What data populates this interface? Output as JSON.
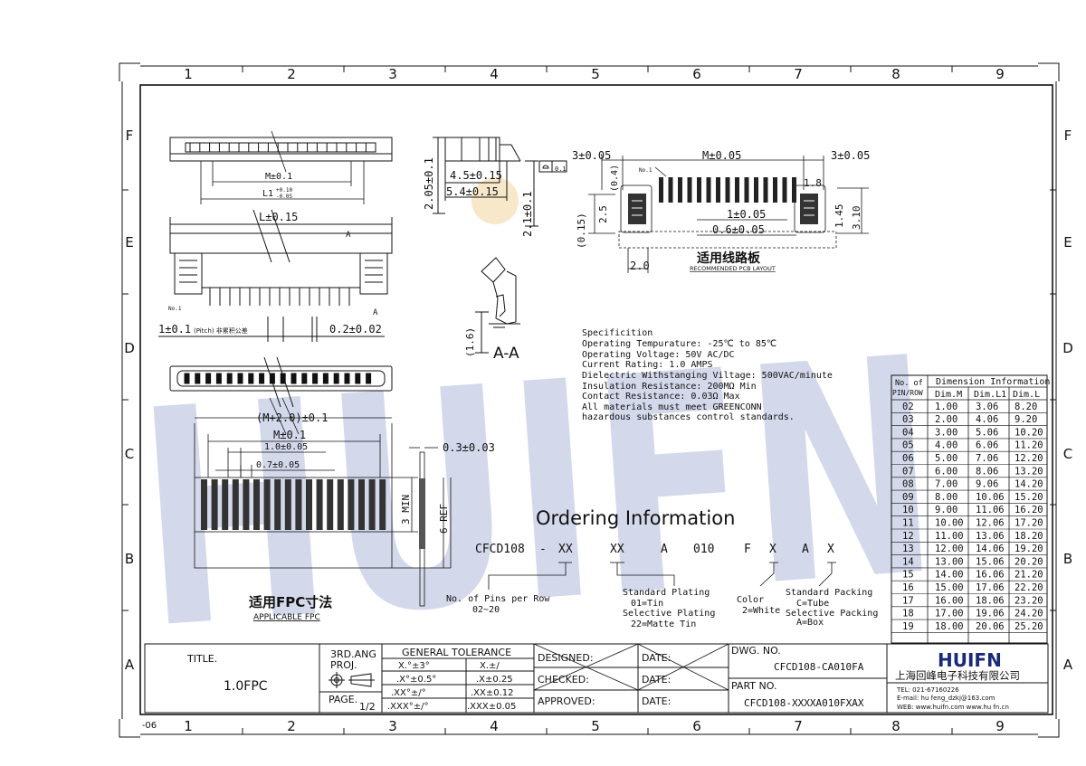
{
  "frame": {
    "columns": [
      "1",
      "2",
      "3",
      "4",
      "5",
      "6",
      "7",
      "8",
      "9"
    ],
    "rows": [
      "F",
      "E",
      "D",
      "C",
      "B",
      "A"
    ],
    "corner_code": "-06"
  },
  "watermark": {
    "text": "HUIFN",
    "color": "#7c89c4"
  },
  "top_view": {
    "dims": {
      "m": "M±0.1",
      "l1": "L1",
      "l1_tol_up": "+0.10",
      "l1_tol_dn": "-0.05",
      "l": "L±0.15",
      "mark_a": "A",
      "no1": "No.1",
      "pitch": "1±0.1",
      "pitch_note": "(Pitch) 非累积公差",
      "pin_w": "0.2±0.02"
    }
  },
  "side_view": {
    "dims": {
      "h205": "2.05±0.1",
      "w45": "4.5±0.15",
      "w54": "5.4±0.15",
      "h21": "2.1±0.1",
      "flatness": "0.1",
      "h16": "(1.6)",
      "section": "A-A"
    }
  },
  "pcb_layout": {
    "dims": {
      "left": "3±0.05",
      "m": "M±0.05",
      "right": "3±0.05",
      "no1": "No.1",
      "d04": "(0.4)",
      "d18": "1.8",
      "d25": "2.5",
      "d1": "1±0.05",
      "d145": "1.45",
      "d310": "3.10",
      "d015": "(0.15)",
      "d06": "0.6±0.05",
      "d20": "2.0"
    },
    "title_cn": "适用线路板",
    "title_en": "RECOMMENDED PCB LAYOUT"
  },
  "specification": {
    "lines": [
      "Specificition",
      "Operating Tempurature: -25℃ to 85℃",
      "Operating Voltage:  50V AC/DC",
      "Current Rating:  1.0 AMPS",
      "Dielectric Withstanging Viltage: 500VAC/minute",
      "Insulation Resistance:  200MΩ Min",
      "Contact Resistance:  0.03Ω Max",
      "All materials must meet GREENCONN",
      "hazardous substances control standards."
    ]
  },
  "fpc": {
    "dims": {
      "outer": "(M+2.0)±0.1",
      "m": "M±0.1",
      "pitch": "1.0±0.05",
      "w07": "0.7±0.05",
      "thick": "0.3±0.03",
      "min3": "3 MIN",
      "ref6": "6 REF"
    },
    "title_cn": "适用FPC寸法",
    "title_en": "APPLICABLE FPC"
  },
  "ordering": {
    "title": "Ordering Information",
    "parts": [
      "CFCD108",
      "-",
      "XX",
      "XX",
      "A",
      "010",
      "F",
      "X",
      "A",
      "X"
    ],
    "notes": {
      "pins_l1": "No. of Pins per Row",
      "pins_l2": "02~20",
      "plating_title": "Standard Plating",
      "plating_l1": "01=Tin",
      "plating_l2": "Selective Plating",
      "plating_l3": "22=Matte Tin",
      "color_title": "Color",
      "color_l1": "2=White",
      "packing_title": "Standard Packing",
      "packing_l1": "C=Tube",
      "packing_l2": "Selective Packing",
      "packing_l3": "A=Box"
    }
  },
  "dimension_table": {
    "title": "Dimension Information",
    "first_header_l1": "No. of",
    "first_header_l2": "PIN/ROW",
    "headers": [
      "Dim.M",
      "Dim.L1",
      "Dim.L"
    ],
    "rows": [
      [
        "02",
        "1.00",
        "3.06",
        "8.20"
      ],
      [
        "03",
        "2.00",
        "4.06",
        "9.20"
      ],
      [
        "04",
        "3.00",
        "5.06",
        "10.20"
      ],
      [
        "05",
        "4.00",
        "6.06",
        "11.20"
      ],
      [
        "06",
        "5.00",
        "7.06",
        "12.20"
      ],
      [
        "07",
        "6.00",
        "8.06",
        "13.20"
      ],
      [
        "08",
        "7.00",
        "9.06",
        "14.20"
      ],
      [
        "09",
        "8.00",
        "10.06",
        "15.20"
      ],
      [
        "10",
        "9.00",
        "11.06",
        "16.20"
      ],
      [
        "11",
        "10.00",
        "12.06",
        "17.20"
      ],
      [
        "12",
        "11.00",
        "13.06",
        "18.20"
      ],
      [
        "13",
        "12.00",
        "14.06",
        "19.20"
      ],
      [
        "14",
        "13.00",
        "15.06",
        "20.20"
      ],
      [
        "15",
        "14.00",
        "16.06",
        "21.20"
      ],
      [
        "16",
        "15.00",
        "17.06",
        "22.20"
      ],
      [
        "17",
        "16.00",
        "18.06",
        "23.20"
      ],
      [
        "18",
        "17.00",
        "19.06",
        "24.20"
      ],
      [
        "19",
        "18.00",
        "20.06",
        "25.20"
      ]
    ]
  },
  "title_block": {
    "title_label": "TITLE.",
    "title_value": "1.0FPC",
    "proj_l1": "3RD.ANG",
    "proj_l2": "PROJ.",
    "page_label": "PAGE.",
    "page_value": "1/2",
    "tolerance_title": "GENERAL TOLERANCE",
    "tolerance": [
      [
        "X.°±3°",
        "X.±/"
      ],
      [
        ".X°±0.5°",
        ".X±0.25"
      ],
      [
        ".XX°±/°",
        ".XX±0.12"
      ],
      [
        ".XXX°±/°",
        ".XXX±0.05"
      ]
    ],
    "designed": "DESIGNED:",
    "checked": "CHECKED:",
    "approved": "APPROVED:",
    "date": "DATE:",
    "dwg_label": "DWG. NO.",
    "dwg_value": "CFCD108-CA010FA",
    "part_label": "PART NO.",
    "part_value": "CFCD108-XXXXA010FXAX",
    "logo": "HUIFN",
    "company": "上海回峰电子科技有限公司",
    "tel": "TEL: 021-67160226",
    "email": "E-mail: hu feng_dzkj@163.com",
    "web": "WEB: www.huifn.com  www.hu fn.cn"
  },
  "colors": {
    "line": "#111111",
    "paper": "#ffffff",
    "watermark": "#7c89c4",
    "spot": "#f3d8a6"
  }
}
